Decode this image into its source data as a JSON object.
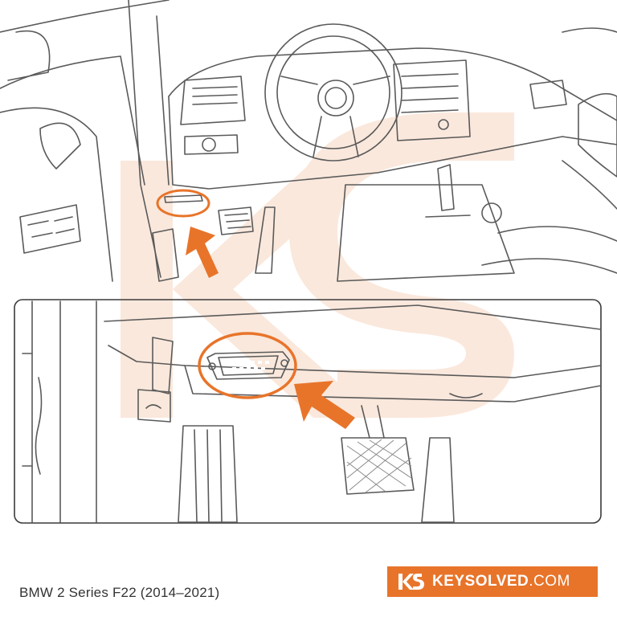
{
  "caption": "BMW 2 Series F22 (2014–2021)",
  "brand": {
    "name": "KEYSOLVED",
    "domain": ".COM",
    "logo_letters": "KS"
  },
  "colors": {
    "accent": "#e8742a",
    "line": "#5a5a5a",
    "watermark": "#f6cdb3"
  }
}
